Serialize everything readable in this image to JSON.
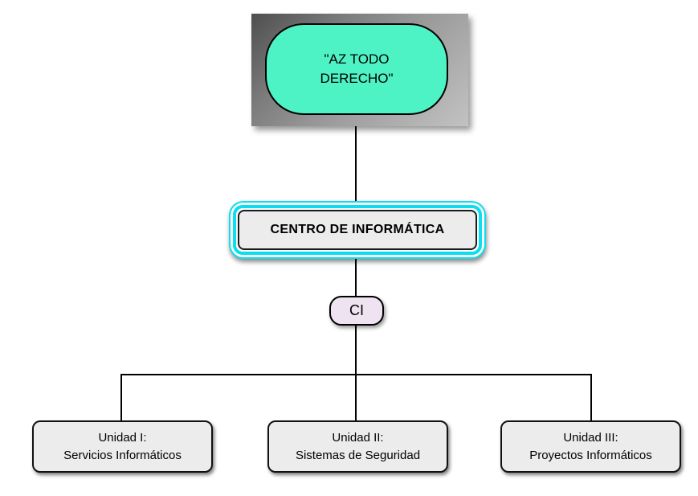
{
  "org_chart": {
    "root": {
      "label": "\"AZ TODO\nDERECHO\"",
      "fill_color": "#4DF2C5",
      "frame_gradient": [
        "#4E4E4E",
        "#9A9A9A",
        "#C2C2C2"
      ]
    },
    "level2": {
      "label": "CENTRO DE INFORMÁTICA",
      "fill_color": "#ECECEC",
      "accent_border_color": "#0ADEF0"
    },
    "level3": {
      "label": "CI",
      "fill_color": "#EFE3F2"
    },
    "units": [
      {
        "label": "Unidad I:\nServicios Informáticos",
        "fill_color": "#ECECEC"
      },
      {
        "label": "Unidad II:\nSistemas de Seguridad",
        "fill_color": "#ECECEC"
      },
      {
        "label": "Unidad III:\nProyectos Informáticos",
        "fill_color": "#ECECEC"
      }
    ],
    "connector_color": "#000000"
  }
}
